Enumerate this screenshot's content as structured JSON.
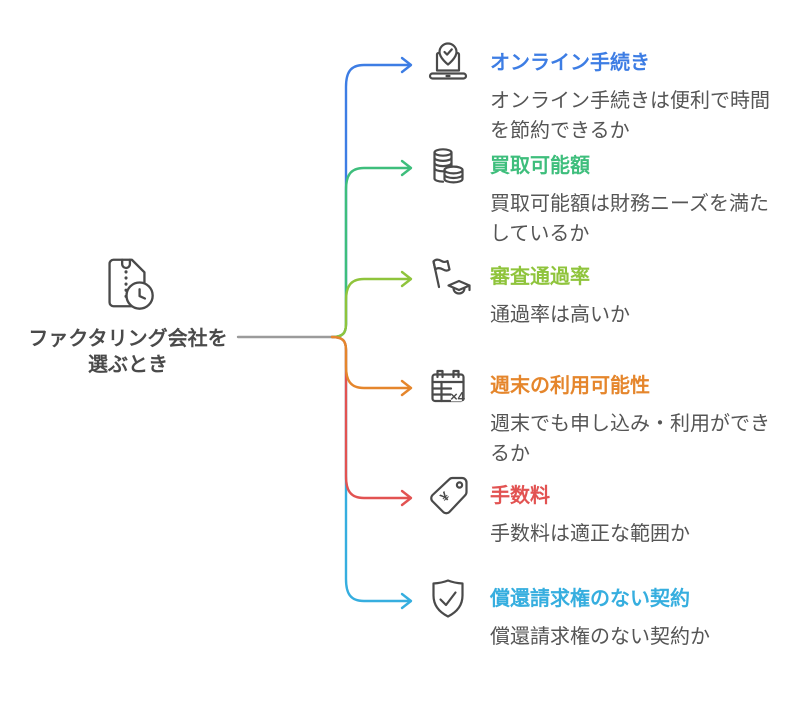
{
  "diagram": {
    "background": "#ffffff",
    "icon_stroke": "#4A4A4A",
    "connector_gray": "#9B9B9B",
    "description_color": "#555555",
    "center": {
      "label_lines": [
        "ファクタリング会社を",
        "選ぶとき"
      ],
      "text_color": "#4A4A4A",
      "icon": "zip-file-clock-icon"
    },
    "branches": [
      {
        "title": "オンライン手続き",
        "desc_lines": [
          "オンライン手続きは便利で時間",
          "を節約できるか"
        ],
        "color": "#3D7DE4",
        "icon": "laptop-check-icon"
      },
      {
        "title": "買取可能額",
        "desc_lines": [
          "買取可能額は財務ニーズを満た",
          "しているか"
        ],
        "color": "#3EBE7C",
        "icon": "coin-stack-icon"
      },
      {
        "title": "審査通過率",
        "desc_lines": [
          "通過率は高いか"
        ],
        "color": "#8FC43C",
        "icon": "flag-graduation-icon"
      },
      {
        "title": "週末の利用可能性",
        "desc_lines": [
          "週末でも申し込み・利用ができ",
          "るか"
        ],
        "color": "#E5862C",
        "icon": "calendar-x4-icon"
      },
      {
        "title": "手数料",
        "desc_lines": [
          "手数料は適正な範囲か"
        ],
        "color": "#E25352",
        "icon": "price-tag-icon"
      },
      {
        "title": "償還請求権のない契約",
        "desc_lines": [
          "償還請求権のない契約か"
        ],
        "color": "#36AEDF",
        "icon": "shield-check-icon"
      }
    ]
  }
}
